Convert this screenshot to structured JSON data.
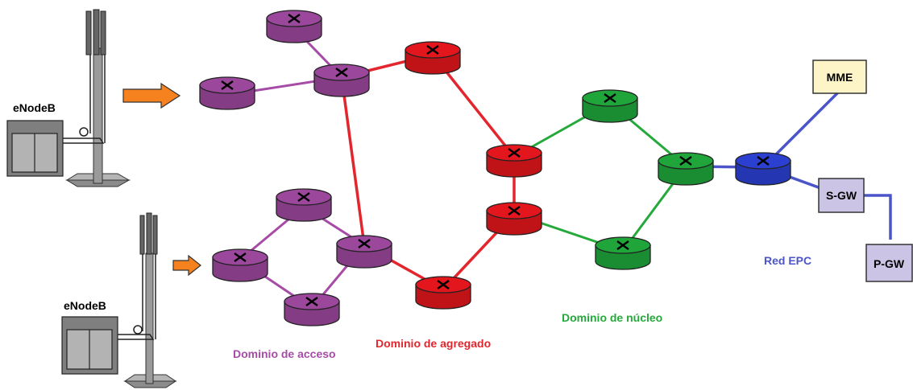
{
  "enodeb_labels": [
    "eNodeB",
    "eNodeB"
  ],
  "domains": {
    "access": {
      "label": "Dominio de acceso",
      "color": "#a64ca6"
    },
    "aggregation": {
      "label": "Dominio de agregado",
      "color": "#e3262d"
    },
    "core": {
      "label": "Dominio de núcleo",
      "color": "#24a93a"
    },
    "epc": {
      "label": "Red EPC",
      "color": "#4b55c8"
    }
  },
  "epc_nodes": {
    "mme": "MME",
    "sgw": "S-GW",
    "pgw": "P-GW"
  },
  "colors": {
    "access_router_fill": "#9b479b",
    "aggregation_router_fill": "#e2161c",
    "core_router_fill": "#1fa53a",
    "epc_router_fill": "#2b3fd1",
    "epc_box_fill": "#ccc4e4",
    "mme_box_fill": "#fdf5c7",
    "arrow_fill": "#f5821f"
  }
}
